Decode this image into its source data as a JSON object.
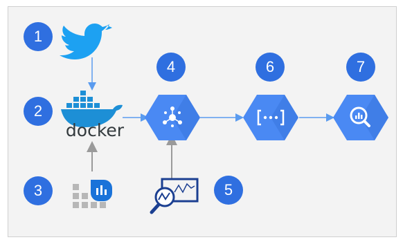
{
  "diagram": {
    "steps": [
      {
        "number": "1",
        "icon": "twitter-bird-icon"
      },
      {
        "number": "2",
        "icon": "docker-whale-icon",
        "label": "docker"
      },
      {
        "number": "3",
        "icon": "dataflow-grid-icon"
      },
      {
        "number": "4",
        "icon": "pubsub-hexagon-icon"
      },
      {
        "number": "5",
        "icon": "monitoring-chart-icon"
      },
      {
        "number": "6",
        "icon": "cloud-functions-hexagon-icon"
      },
      {
        "number": "7",
        "icon": "bigquery-hexagon-icon"
      }
    ],
    "colors": {
      "badge": "#2f6fe0",
      "hexagon": "#4a89f3",
      "twitter": "#1da1f2",
      "docker": "#1d8fd6",
      "arrow": "#5a9bef",
      "arrow_gray": "#9a9a9a",
      "panel": "#f3f3f3"
    }
  }
}
